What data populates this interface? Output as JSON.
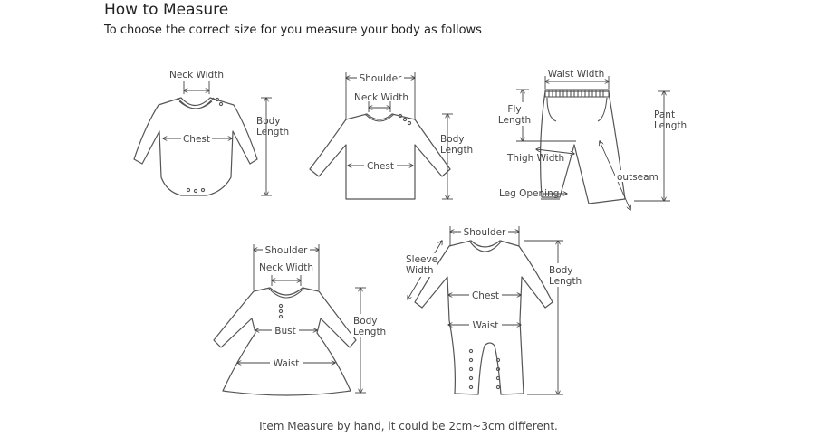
{
  "header": {
    "title": "How to Measure",
    "subtitle": "To choose the correct size for you measure your body as follows"
  },
  "footer": {
    "note": "Item Measure by hand, it could be 2cm~3cm different."
  },
  "garments": {
    "bodysuit": {
      "neck_width": "Neck Width",
      "chest": "Chest",
      "body_length_1": "Body",
      "body_length_2": "Length"
    },
    "top": {
      "shoulder": "Shoulder",
      "neck_width": "Neck Width",
      "chest": "Chest",
      "body_length_1": "Body",
      "body_length_2": "Length"
    },
    "pants": {
      "waist_width": "Waist Width",
      "fly_length_1": "Fly",
      "fly_length_2": "Length",
      "pant_length_1": "Pant",
      "pant_length_2": "Length",
      "thigh_width": "Thigh Width",
      "outseam": "outseam",
      "leg_opening": "Leg Opening"
    },
    "dress": {
      "shoulder": "Shoulder",
      "neck_width": "Neck Width",
      "bust": "Bust",
      "waist": "Waist",
      "body_length_1": "Body",
      "body_length_2": "Length"
    },
    "romper": {
      "shoulder": "Shoulder",
      "sleeve_width_1": "Sleeve",
      "sleeve_width_2": "Width",
      "chest": "Chest",
      "waist": "Waist",
      "body_length_1": "Body",
      "body_length_2": "Length"
    }
  }
}
